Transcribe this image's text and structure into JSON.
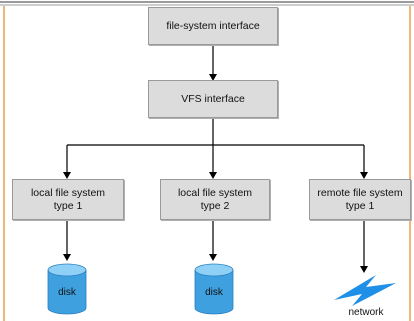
{
  "diagram": {
    "top_box": "file-system interface",
    "vfs_box": "VFS interface",
    "leaves": [
      {
        "line1": "local file system",
        "line2": "type 1",
        "device": "disk"
      },
      {
        "line1": "local file system",
        "line2": "type 2",
        "device": "disk"
      },
      {
        "line1": "remote file system",
        "line2": "type 1",
        "device": "network"
      }
    ]
  },
  "colors": {
    "frame_orange": "#e8a150",
    "box_fill": "#dcdcdc",
    "disk_blue": "#3fa0e0",
    "network_blue": "#1e90e8"
  }
}
